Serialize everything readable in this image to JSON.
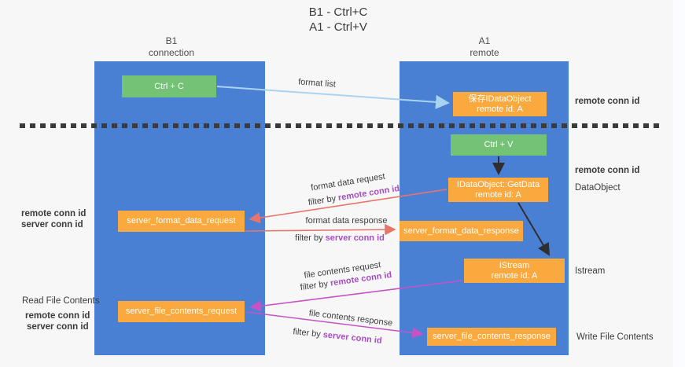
{
  "title": {
    "line1": "B1 - Ctrl+C",
    "line2": "A1 - Ctrl+V"
  },
  "headers": {
    "left_line1": "B1",
    "left_line2": "connection",
    "right_line1": "A1",
    "right_line2": "remote"
  },
  "boxes": {
    "ctrl_c": "Ctrl + C",
    "ctrl_v": "Ctrl + V",
    "save_dataobject_line1": "保存IDataObject",
    "save_dataobject_line2": "remote id: A",
    "getdata_line1": "IDataObject::GetData",
    "getdata_line2": "remote id: A",
    "istream_line1": "IStream",
    "istream_line2": "remote id: A",
    "server_format_data_request": "server_format_data_request",
    "server_format_data_response": "server_format_data_response",
    "server_file_contents_request": "server_file_contents_request",
    "server_file_contents_response": "server_file_contents_response"
  },
  "labels": {
    "format_list": "format list",
    "format_data_request": "format data request",
    "format_data_response": "format data response",
    "file_contents_request": "file contents request",
    "file_contents_response": "file contents response",
    "filter_by": "filter by ",
    "remote_conn_id": "remote conn id",
    "server_conn_id": "server conn id"
  },
  "side": {
    "left_remote_conn_id": "remote conn id",
    "left_server_conn_id": "server conn id",
    "read_file_contents": "Read File Contents",
    "bottom_left_remote_conn_id": "remote conn id",
    "bottom_left_server_conn_id": "server conn id",
    "right_remote_conn_id_top": "remote conn id",
    "right_remote_conn_id_mid": "remote conn id",
    "dataobject": "DataObject",
    "istream": "Istream",
    "write_file_contents": "Write File Contents"
  },
  "colors": {
    "column_blue": "#4a80d4",
    "box_orange": "#f9a93e",
    "box_green": "#74c276",
    "arrow_blue": "#a9d4f1",
    "arrow_red": "#e8756a",
    "arrow_magenta": "#c653c6",
    "arrow_black": "#2f2f2f",
    "text_purple": "#a64ec2",
    "text_green": "#57b85e"
  }
}
